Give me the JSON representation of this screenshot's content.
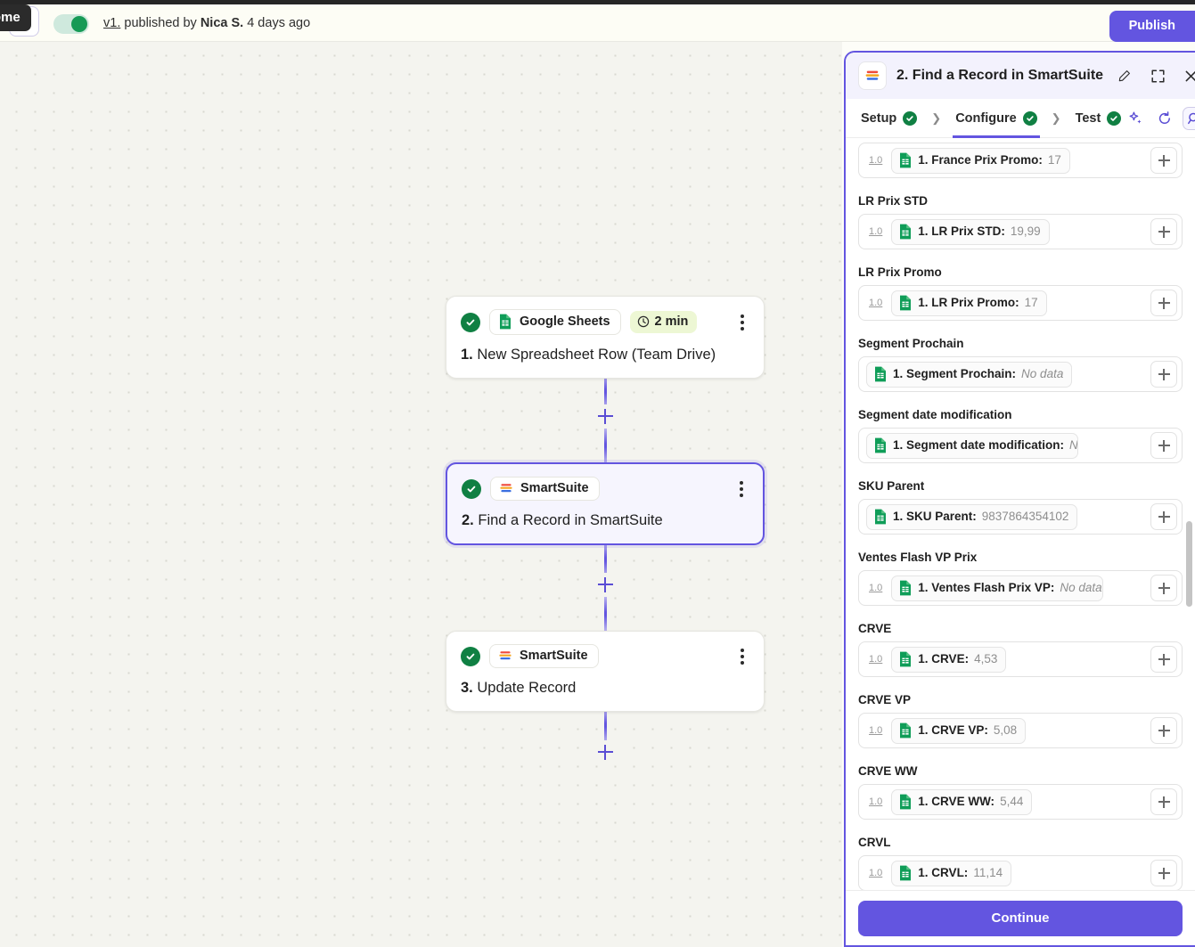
{
  "topbar": {
    "home_tooltip": "Home",
    "back_icon": "back-arrow-icon",
    "toggle_state": "on",
    "version_link": "v1.",
    "published_by_prefix": "published by",
    "author": "Nica S.",
    "published_when": "4 days ago",
    "publish_label": "Publish",
    "accent": "#6355e0",
    "toggle_on_color": "#169a55"
  },
  "canvas": {
    "nodes": [
      {
        "number": "1.",
        "title": "New Spreadsheet Row (Team Drive)",
        "app": "Google Sheets",
        "app_icon": "google-sheets-icon",
        "status_icon": "check-circle-icon",
        "time_badge": "2 min",
        "time_icon": "clock-icon",
        "selected": false
      },
      {
        "number": "2.",
        "title": "Find a Record in SmartSuite",
        "app": "SmartSuite",
        "app_icon": "smartsuite-icon",
        "status_icon": "check-circle-icon",
        "time_badge": "",
        "selected": true
      },
      {
        "number": "3.",
        "title": "Update Record",
        "app": "SmartSuite",
        "app_icon": "smartsuite-icon",
        "status_icon": "check-circle-icon",
        "time_badge": "",
        "selected": false
      }
    ],
    "add_step_label": "+"
  },
  "panel": {
    "app_icon": "smartsuite-icon",
    "title": "2. Find a Record in SmartSuite",
    "edit_icon": "pencil-icon",
    "expand_icon": "expand-icon",
    "close_icon": "close-icon",
    "tabs": [
      {
        "label": "Setup",
        "state": "complete",
        "active": false
      },
      {
        "label": "Configure",
        "state": "complete",
        "active": true
      },
      {
        "label": "Test",
        "state": "complete",
        "active": false
      }
    ],
    "tab_actions": [
      {
        "name": "ai-sparkle-icon",
        "active": false
      },
      {
        "name": "refresh-icon",
        "active": false
      },
      {
        "name": "search-icon",
        "active": true
      }
    ],
    "continue_label": "Continue",
    "fields": [
      {
        "label": "France Prix Promo",
        "badge": "1.0",
        "token_name": "1. France Prix Promo:",
        "token_value": "17",
        "no_data": false,
        "clipped": true
      },
      {
        "label": "LR Prix STD",
        "badge": "1.0",
        "token_name": "1. LR Prix STD:",
        "token_value": "19,99",
        "no_data": false,
        "clipped": false
      },
      {
        "label": "LR Prix Promo",
        "badge": "1.0",
        "token_name": "1. LR Prix Promo:",
        "token_value": "17",
        "no_data": false,
        "clipped": false
      },
      {
        "label": "Segment Prochain",
        "badge": "",
        "token_name": "1. Segment Prochain:",
        "token_value": "No data",
        "no_data": true,
        "clipped": false
      },
      {
        "label": "Segment date modification",
        "badge": "",
        "token_name": "1. Segment date modification:",
        "token_value": "No data",
        "no_data": true,
        "clipped": false
      },
      {
        "label": "SKU Parent",
        "badge": "",
        "token_name": "1. SKU Parent:",
        "token_value": "9837864354102",
        "no_data": false,
        "clipped": false
      },
      {
        "label": "Ventes Flash VP Prix",
        "badge": "1.0",
        "token_name": "1. Ventes Flash Prix VP:",
        "token_value": "No data",
        "no_data": true,
        "clipped": false
      },
      {
        "label": "CRVE",
        "badge": "1.0",
        "token_name": "1. CRVE:",
        "token_value": "4,53",
        "no_data": false,
        "clipped": false
      },
      {
        "label": "CRVE VP",
        "badge": "1.0",
        "token_name": "1. CRVE VP:",
        "token_value": "5,08",
        "no_data": false,
        "clipped": false
      },
      {
        "label": "CRVE WW",
        "badge": "1.0",
        "token_name": "1. CRVE WW:",
        "token_value": "5,44",
        "no_data": false,
        "clipped": false
      },
      {
        "label": "CRVL",
        "badge": "1.0",
        "token_name": "1. CRVL:",
        "token_value": "11,14",
        "no_data": false,
        "clipped": false
      }
    ]
  }
}
